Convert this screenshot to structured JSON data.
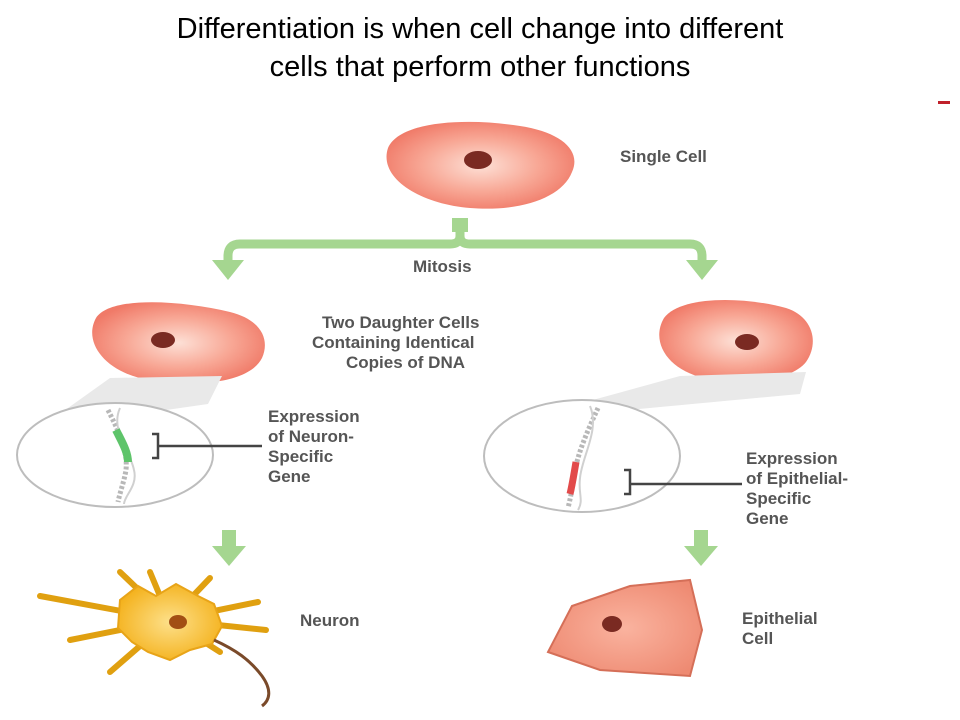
{
  "slide": {
    "title_line1": "Differentiation is when cell change into different",
    "title_line2": "cells that perform other functions"
  },
  "diagram": {
    "single_cell_label": "Single Cell",
    "mitosis_label": "Mitosis",
    "daughter_label_line1": "Two Daughter Cells",
    "daughter_label_line2": "Containing Identical",
    "daughter_label_line3": "Copies of DNA",
    "neuron_gene_line1": "Expression",
    "neuron_gene_line2": "of Neuron-",
    "neuron_gene_line3": "Specific",
    "neuron_gene_line4": "Gene",
    "epithelial_gene_line1": "Expression",
    "epithelial_gene_line2": "of Epithelial-",
    "epithelial_gene_line3": "Specific",
    "epithelial_gene_line4": "Gene",
    "neuron_label": "Neuron",
    "epithelial_label_line1": "Epithelial",
    "epithelial_label_line2": "Cell",
    "colors": {
      "cell_fill": "#f48a78",
      "cell_center": "#fcd0c4",
      "nucleus": "#7a2a22",
      "arrow": "#9fd38a",
      "neuron": "#f5b81c",
      "epithelial": "#f3937a",
      "gene_green": "#5ec46a",
      "gene_red": "#e24a4a"
    }
  }
}
